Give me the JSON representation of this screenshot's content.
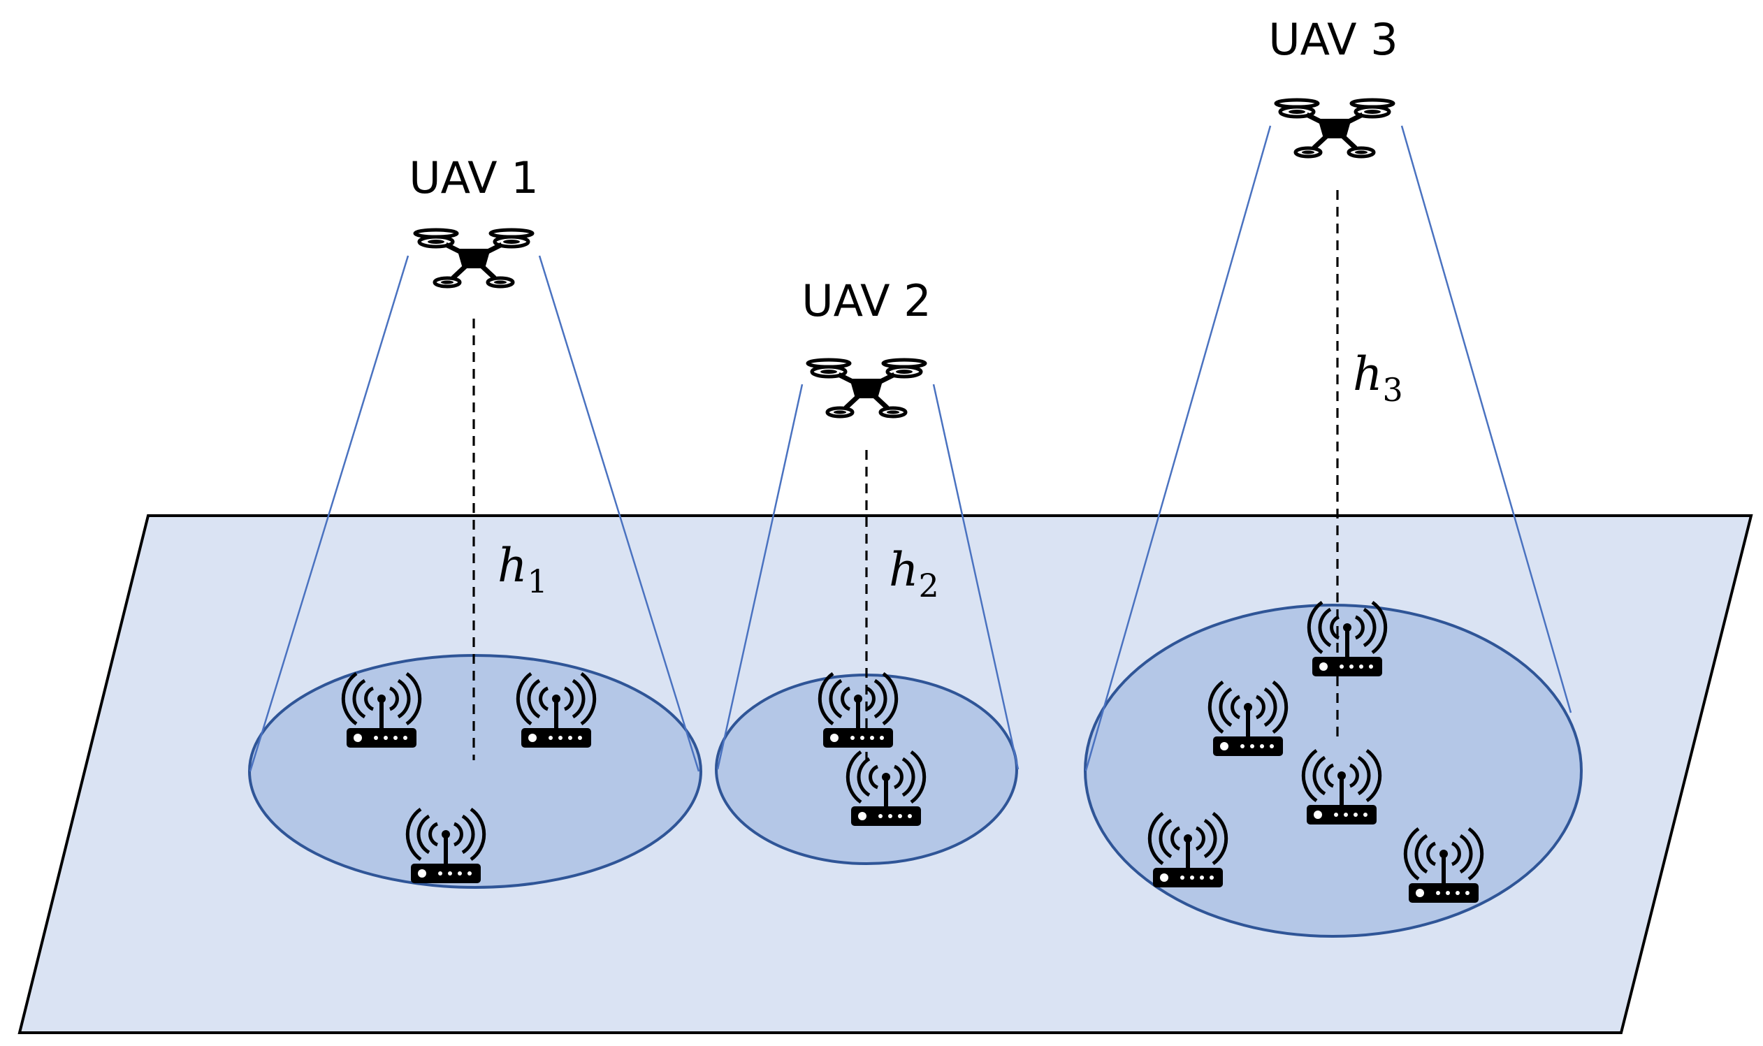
{
  "colors": {
    "ground_fill": "#dae3f3",
    "coverage_fill": "#b4c7e7",
    "coverage_stroke": "#2f5597",
    "beam_stroke": "#4a72c0",
    "icon": "#000000"
  },
  "icons": {
    "uav": "quadcopter-drone-icon",
    "ground_node": "wifi-router-icon"
  },
  "uavs": [
    {
      "label": "UAV 1",
      "height_symbol": "h",
      "height_index": "1",
      "ground_node_count": 3
    },
    {
      "label": "UAV 2",
      "height_symbol": "h",
      "height_index": "2",
      "ground_node_count": 2
    },
    {
      "label": "UAV 3",
      "height_symbol": "h",
      "height_index": "3",
      "ground_node_count": 5
    }
  ]
}
